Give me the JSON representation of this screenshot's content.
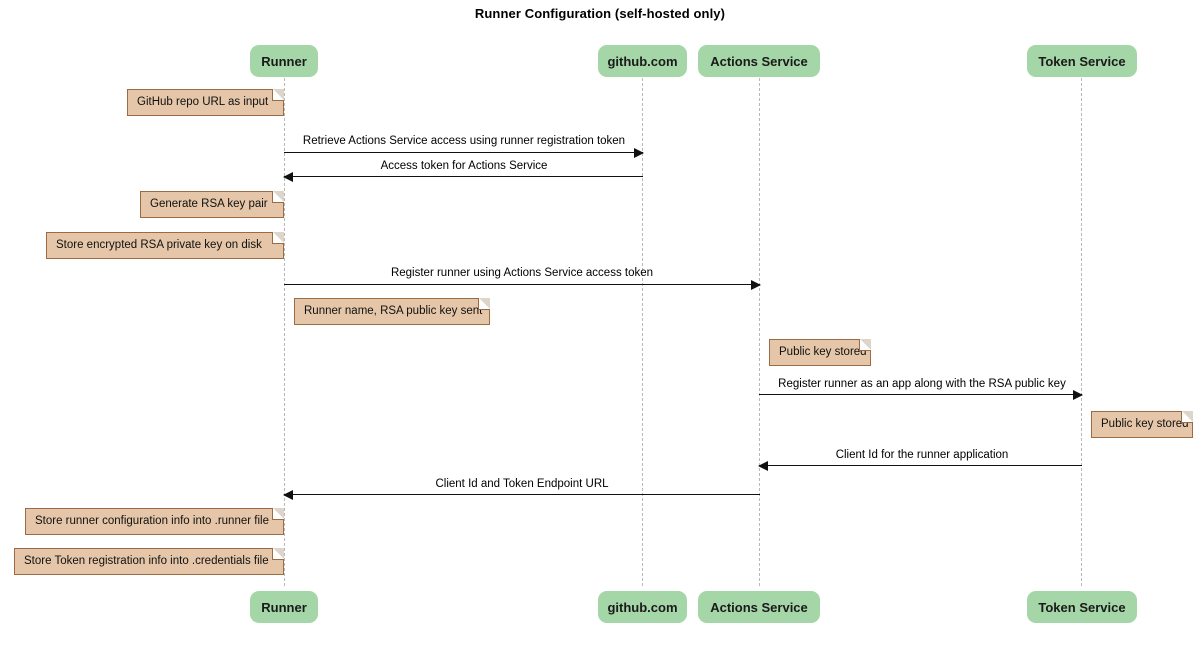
{
  "title": "Runner Configuration (self-hosted only)",
  "colors": {
    "participant_fill": "#a5d6a7",
    "note_fill": "#e5c6a8",
    "note_border": "#9b6b46",
    "lifeline": "#b8b8b8",
    "arrow": "#111111",
    "background": "#ffffff"
  },
  "participants": [
    {
      "id": "runner",
      "label": "Runner"
    },
    {
      "id": "github",
      "label": "github.com"
    },
    {
      "id": "actions",
      "label": "Actions Service"
    },
    {
      "id": "token",
      "label": "Token Service"
    }
  ],
  "messages": [
    {
      "id": "m1",
      "label": "Retrieve Actions Service access using runner registration token",
      "from": "runner",
      "to": "github",
      "direction": "right"
    },
    {
      "id": "m2",
      "label": "Access token for Actions Service",
      "from": "github",
      "to": "runner",
      "direction": "left"
    },
    {
      "id": "m3",
      "label": "Register runner using Actions Service access token",
      "from": "runner",
      "to": "actions",
      "direction": "right"
    },
    {
      "id": "m4",
      "label": "Register runner as an app along with the RSA public key",
      "from": "actions",
      "to": "token",
      "direction": "right"
    },
    {
      "id": "m5",
      "label": "Client Id for the runner application",
      "from": "token",
      "to": "actions",
      "direction": "left"
    },
    {
      "id": "m6",
      "label": "Client Id and Token Endpoint URL",
      "from": "actions",
      "to": "runner",
      "direction": "left"
    }
  ],
  "notes": [
    {
      "id": "n1",
      "label": "GitHub repo URL as input",
      "over": "runner"
    },
    {
      "id": "n2",
      "label": "Generate RSA key pair",
      "over": "runner"
    },
    {
      "id": "n3",
      "label": "Store encrypted RSA private key on disk",
      "over": "runner"
    },
    {
      "id": "n4",
      "label": "Runner name, RSA public key sent",
      "over": "runner"
    },
    {
      "id": "n5",
      "label": "Public key stored",
      "over": "actions"
    },
    {
      "id": "n6",
      "label": "Public key stored",
      "over": "token"
    },
    {
      "id": "n7",
      "label": "Store runner configuration info into .runner file",
      "over": "runner"
    },
    {
      "id": "n8",
      "label": "Store Token registration info into .credentials file",
      "over": "runner"
    }
  ]
}
